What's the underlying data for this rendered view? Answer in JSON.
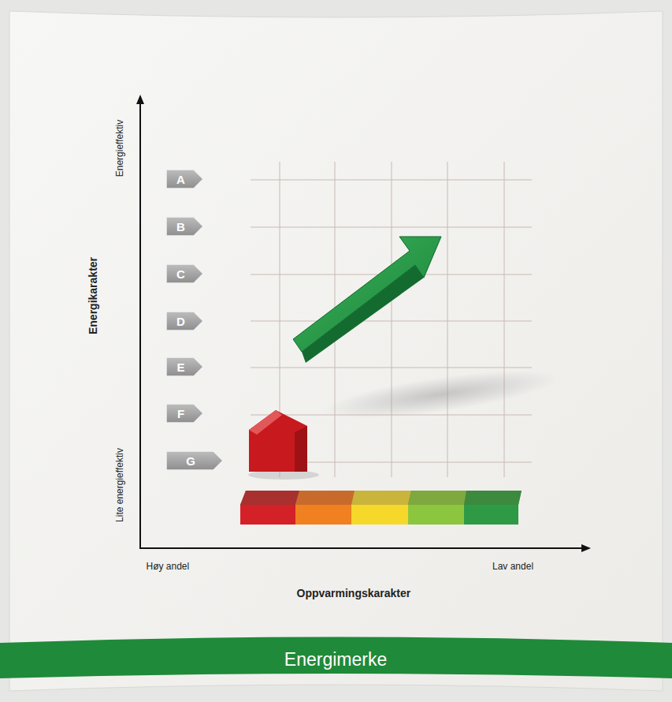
{
  "diagram": {
    "nodes": [
      {
        "text": [
          "A"
        ]
      },
      {
        "text": [
          "B"
        ]
      },
      {
        "text": [
          "C"
        ]
      },
      {
        "text": [
          "D"
        ]
      },
      {
        "text": [
          "E"
        ]
      },
      {
        "text": [
          "F"
        ]
      },
      {
        "text": [
          "G"
        ]
      },
      {
        "text": [
          "Energimerke"
        ]
      }
    ],
    "labels": [
      "Energieffektiv",
      "Energikarakter",
      "Lite energieffektiv",
      "Høy andel",
      "Lav andel",
      "Oppvarmingskarakter"
    ]
  }
}
